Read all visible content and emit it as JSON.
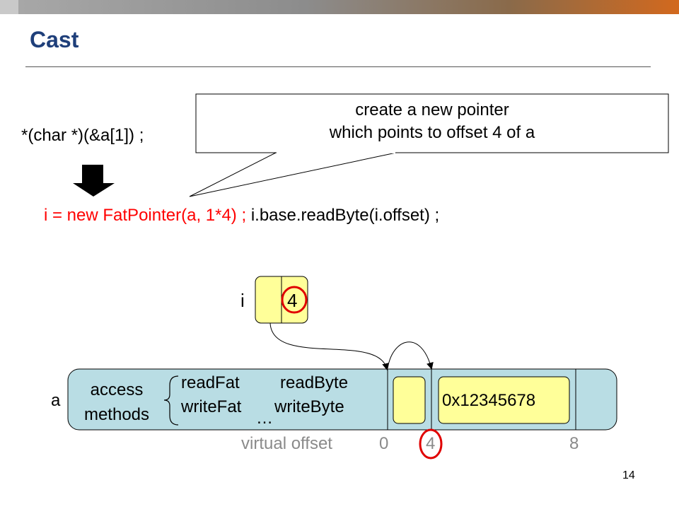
{
  "slide": {
    "title": "Cast",
    "page_number": "14"
  },
  "code": {
    "original": "*(char *)(&a[1]) ;",
    "translated_red": "i = new FatPointer(a, 1*4) ;",
    "translated_black": "i.base.readByte(i.offset) ;"
  },
  "callout": {
    "line1": "create a new pointer",
    "line2": "which points to offset 4 of a"
  },
  "diagram": {
    "pointer_label": "i",
    "pointer_offset": "4",
    "object_label": "a",
    "access_methods": [
      "access",
      "methods"
    ],
    "methods": {
      "read_fat": "readFat",
      "read_byte": "readByte",
      "write_fat": "writeFat",
      "write_byte": "writeByte",
      "ellipsis": "…"
    },
    "cell_value": "0x12345678",
    "offset_axis": {
      "label": "virtual offset",
      "ticks": [
        "0",
        "4",
        "8"
      ]
    }
  },
  "colors": {
    "title": "#1f3f7a",
    "highlight": "#ff0000",
    "object_fill": "#b9dde4",
    "cell_fill": "#ffff99"
  }
}
